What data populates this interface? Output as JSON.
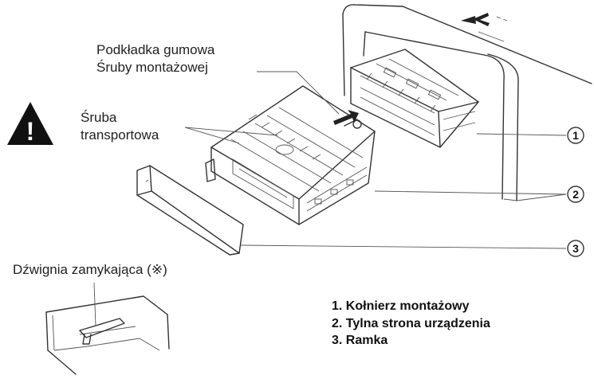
{
  "labels": {
    "rubber_washer_line1": "Podkładka gumowa",
    "rubber_washer_line2": "Śruby montażowej",
    "transport_screw_line1": "Śruba",
    "transport_screw_line2": "transportowa",
    "locking_lever": "Dźwignia zamykająca (※)"
  },
  "callouts": [
    "1",
    "2",
    "3"
  ],
  "legend": [
    "1. Kołnierz montażowy",
    "2. Tylna strona urządzenia",
    "3. Ramka"
  ],
  "warning_symbol": "!",
  "icons": {
    "warning": "warning-triangle-icon",
    "direction": "arrow-left-icon"
  }
}
